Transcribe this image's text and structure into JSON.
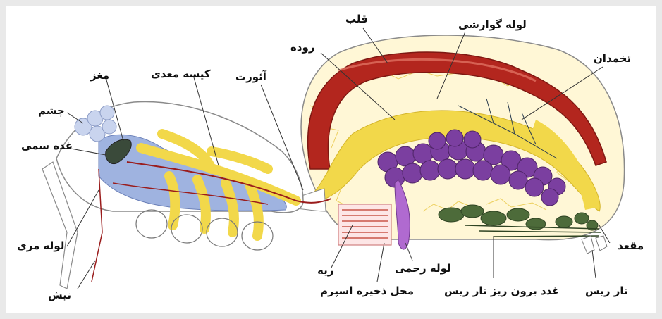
{
  "labels": {
    "heart": "قلب",
    "digestive_tube": "لوله گوارشی",
    "intestine": "روده",
    "ovary": "تخمدان",
    "brain": "مغز",
    "stomach_pouch": "کیسه معدی",
    "aorta": "آئورت",
    "eye": "چشم",
    "poison_gland": "غده سمی",
    "esophagus": "لوله مری",
    "fang": "نیش",
    "lung": "ریه",
    "sperm_storage": "محل ذخیره اسپرم",
    "uterine_tube": "لوله رحمی",
    "silk_gland": "غدد برون ریز تار ریس",
    "spinneret": "تار ریس",
    "anus": "مقعد"
  },
  "colors": {
    "heart": "#b3261e",
    "gut": "#f2d84a",
    "ovary": "#7b3fa0",
    "silk_gland": "#4d6b3a",
    "cephalo_blue": "#9fb3e0",
    "vessel": "#9a1c1c"
  }
}
